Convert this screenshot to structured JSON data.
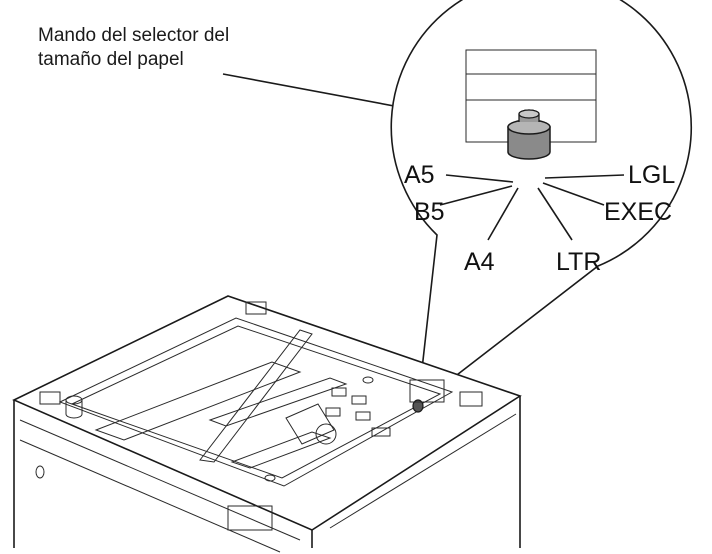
{
  "callout": {
    "line1": "Mando del selector del",
    "line2": "tamaño del papel"
  },
  "sizes": {
    "a5": "A5",
    "b5": "B5",
    "a4": "A4",
    "ltr": "LTR",
    "exec": "EXEC",
    "lgl": "LGL"
  },
  "colors": {
    "line": "#1a1a1a",
    "knob_fill": "#8a8a8a",
    "knob_top": "#b5b5b5"
  }
}
